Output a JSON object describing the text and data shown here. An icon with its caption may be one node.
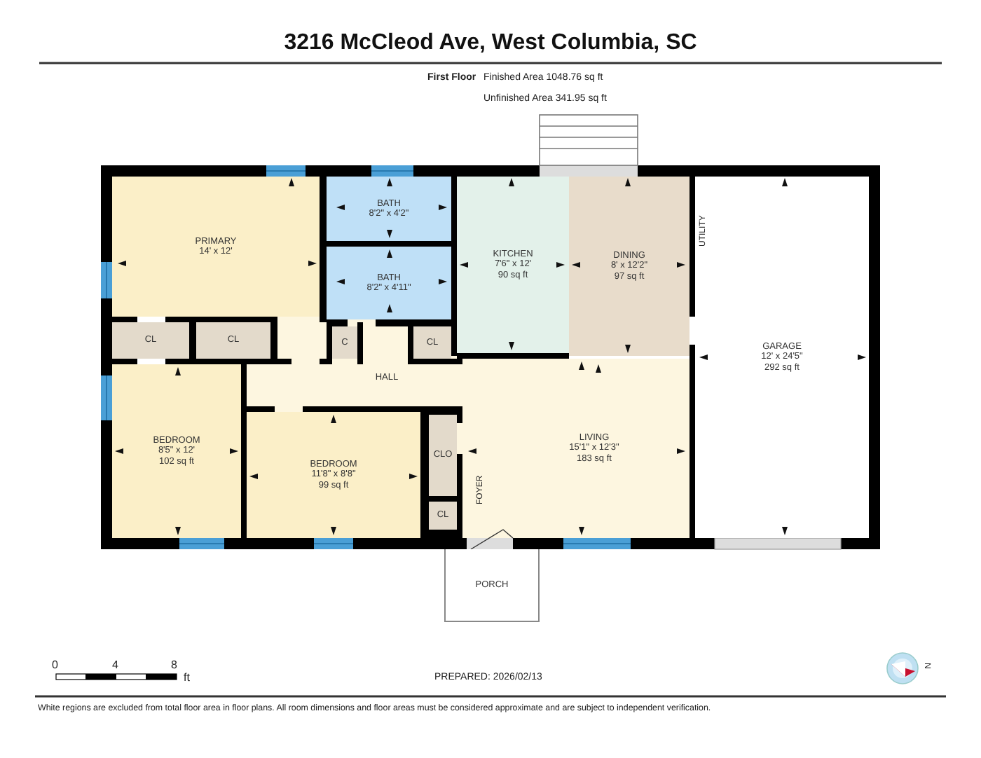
{
  "diagram": {
    "title": "3216 McCleod Ave, West Columbia, SC",
    "caption": "White regions are excluded from total floor area in floor plans. All room dimensions and floor areas must be considered approximate and are subject to independent verification.",
    "nodes": [
      {
        "text": [
          "PRIMARY",
          "14' x 12'"
        ]
      },
      {
        "text": [
          "BATH",
          "8'2\" x 4'2\""
        ]
      },
      {
        "text": [
          "KITCHEN",
          "7'6\" x 12'",
          "90 sq ft"
        ]
      },
      {
        "text": [
          "DINING",
          "8' x 12'2\"",
          "97 sq ft"
        ]
      },
      {
        "text": [
          "GARAGE",
          "12' x 24'5\"",
          "292 sq ft"
        ]
      },
      {
        "text": [
          "BATH",
          "8'2\" x 4'11\""
        ]
      },
      {
        "text": [
          "CL"
        ]
      },
      {
        "text": [
          "CL"
        ]
      },
      {
        "text": [
          "C"
        ]
      },
      {
        "text": [
          "CL"
        ]
      },
      {
        "text": [
          "HALL"
        ]
      },
      {
        "text": [
          "BEDROOM",
          "8'5\" x 12'",
          "102 sq ft"
        ]
      },
      {
        "text": [
          "BEDROOM",
          "11'8\" x 8'8\"",
          "99 sq ft"
        ]
      },
      {
        "text": [
          "CLO"
        ]
      },
      {
        "text": [
          "LIVING",
          "15'1\" x 12'3\"",
          "183 sq ft"
        ]
      },
      {
        "text": [
          "CL"
        ]
      },
      {
        "text": [
          "PORCH"
        ]
      }
    ],
    "labels": [
      "First Floor",
      "Finished Area 1048.76 sq ft",
      "Unfinished Area 341.95 sq ft",
      "UTILITY",
      "FOYER",
      "0",
      "4",
      "8",
      "ft",
      "PREPARED: 2026/02/13",
      "N"
    ]
  }
}
